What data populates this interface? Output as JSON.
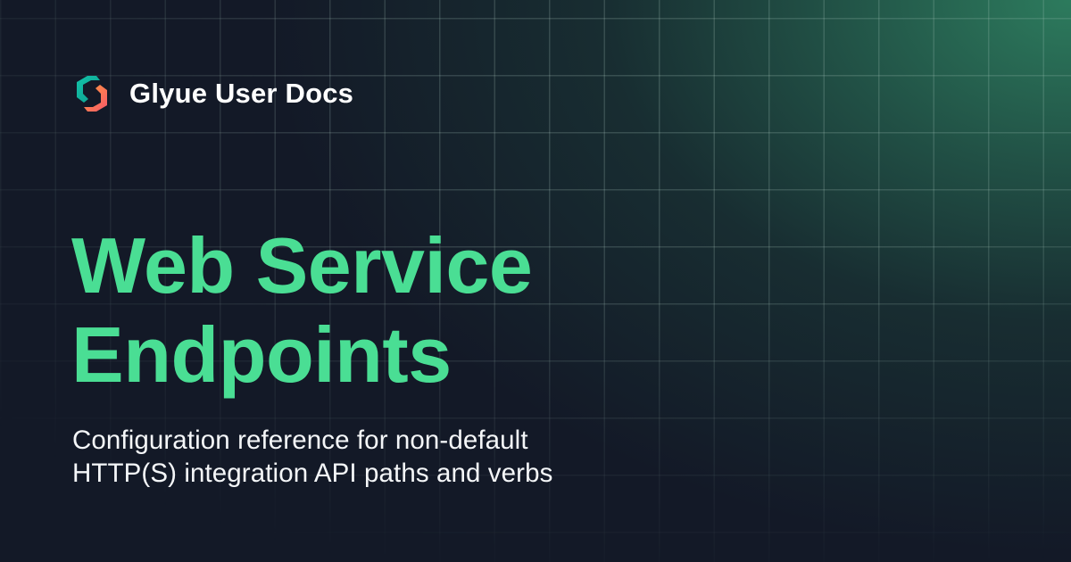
{
  "brand": {
    "name": "Glyue User Docs",
    "logo_icon": "hexagon-s-logo-icon",
    "logo_colors": {
      "top": "#14b8a6",
      "bottom": "#fb7a4a"
    }
  },
  "hero": {
    "title_lines": [
      "Web Service",
      "Endpoints"
    ],
    "subtitle_lines": [
      "Configuration reference for non-default",
      "HTTP(S) integration API paths and verbs"
    ]
  },
  "colors": {
    "background": "#131927",
    "glow": "#2d7a5f",
    "title": "#4ade94",
    "text": "#ffffff"
  }
}
